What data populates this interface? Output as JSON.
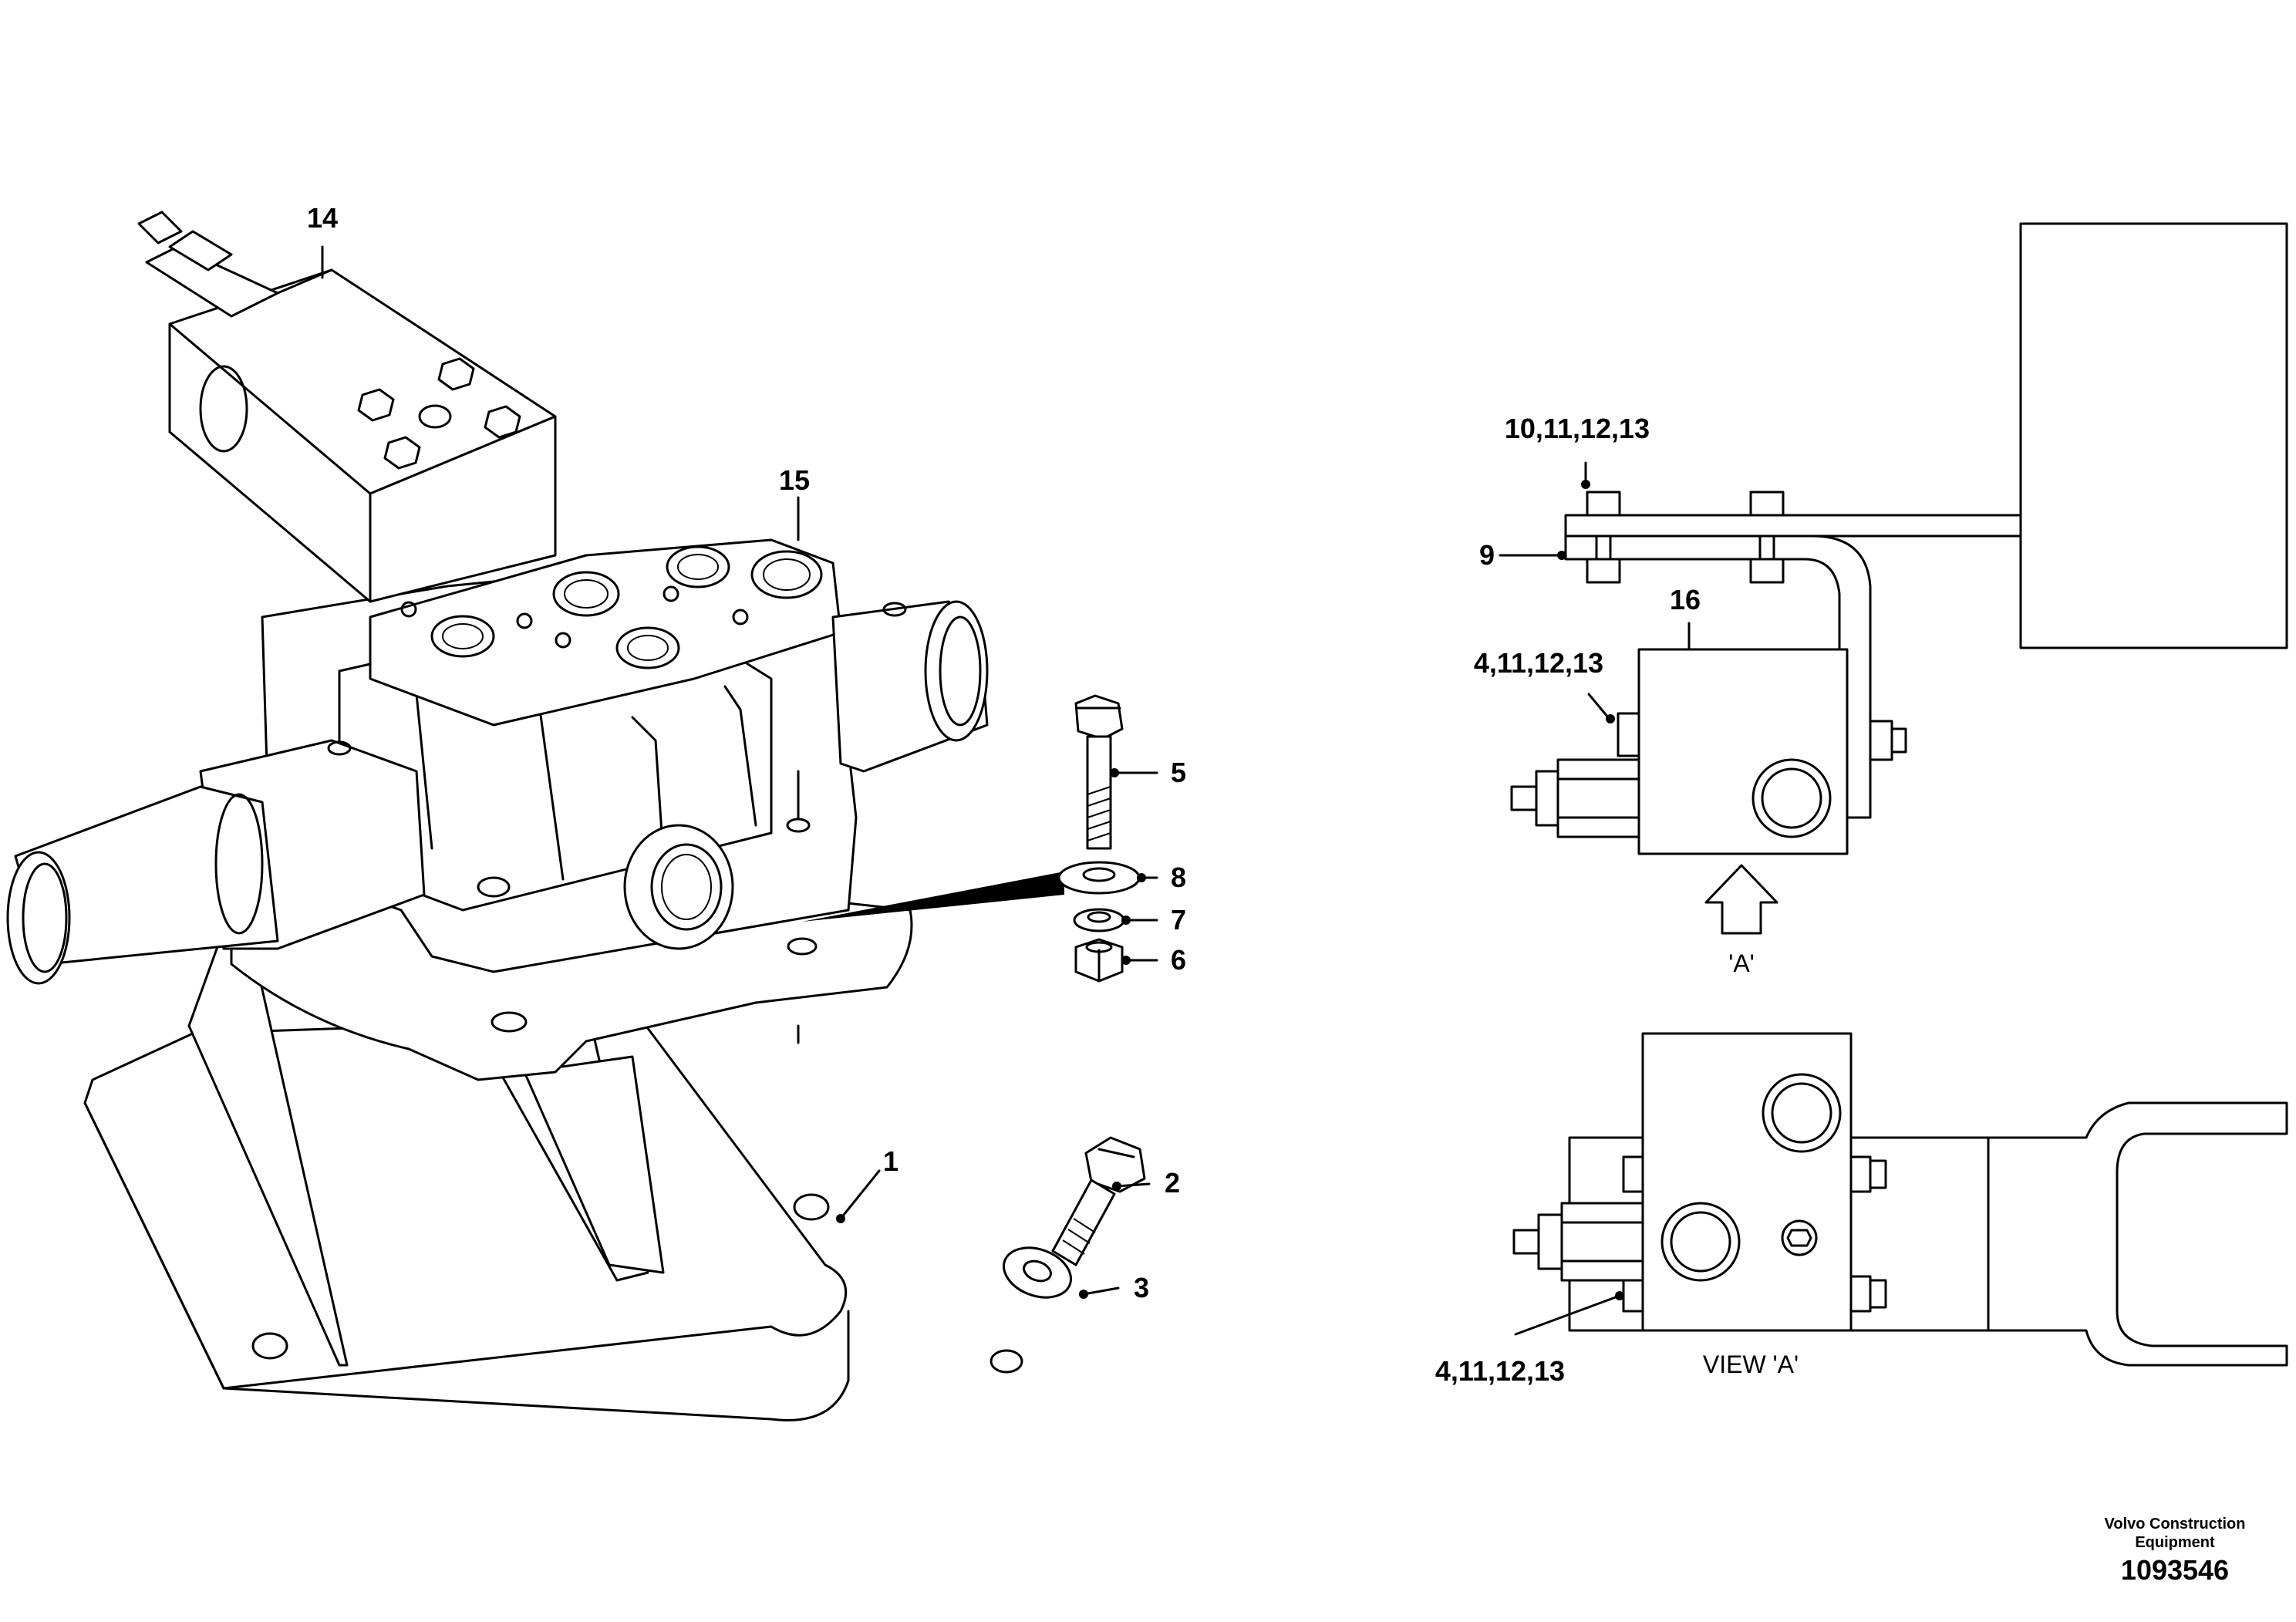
{
  "callouts": {
    "c14": "14",
    "c15": "15",
    "c5": "5",
    "c8": "8",
    "c7": "7",
    "c6": "6",
    "c1": "1",
    "c2": "2",
    "c3": "3",
    "c10_13": "10,11,12,13",
    "c9": "9",
    "c16": "16",
    "c4_top": "4,11,12,13",
    "c4_bottom": "4,11,12,13"
  },
  "views": {
    "arrow_label": "'A'",
    "view_label": "VIEW 'A'"
  },
  "footer": {
    "brand_line1": "Volvo Construction",
    "brand_line2": "Equipment",
    "document_number": "1093546"
  }
}
